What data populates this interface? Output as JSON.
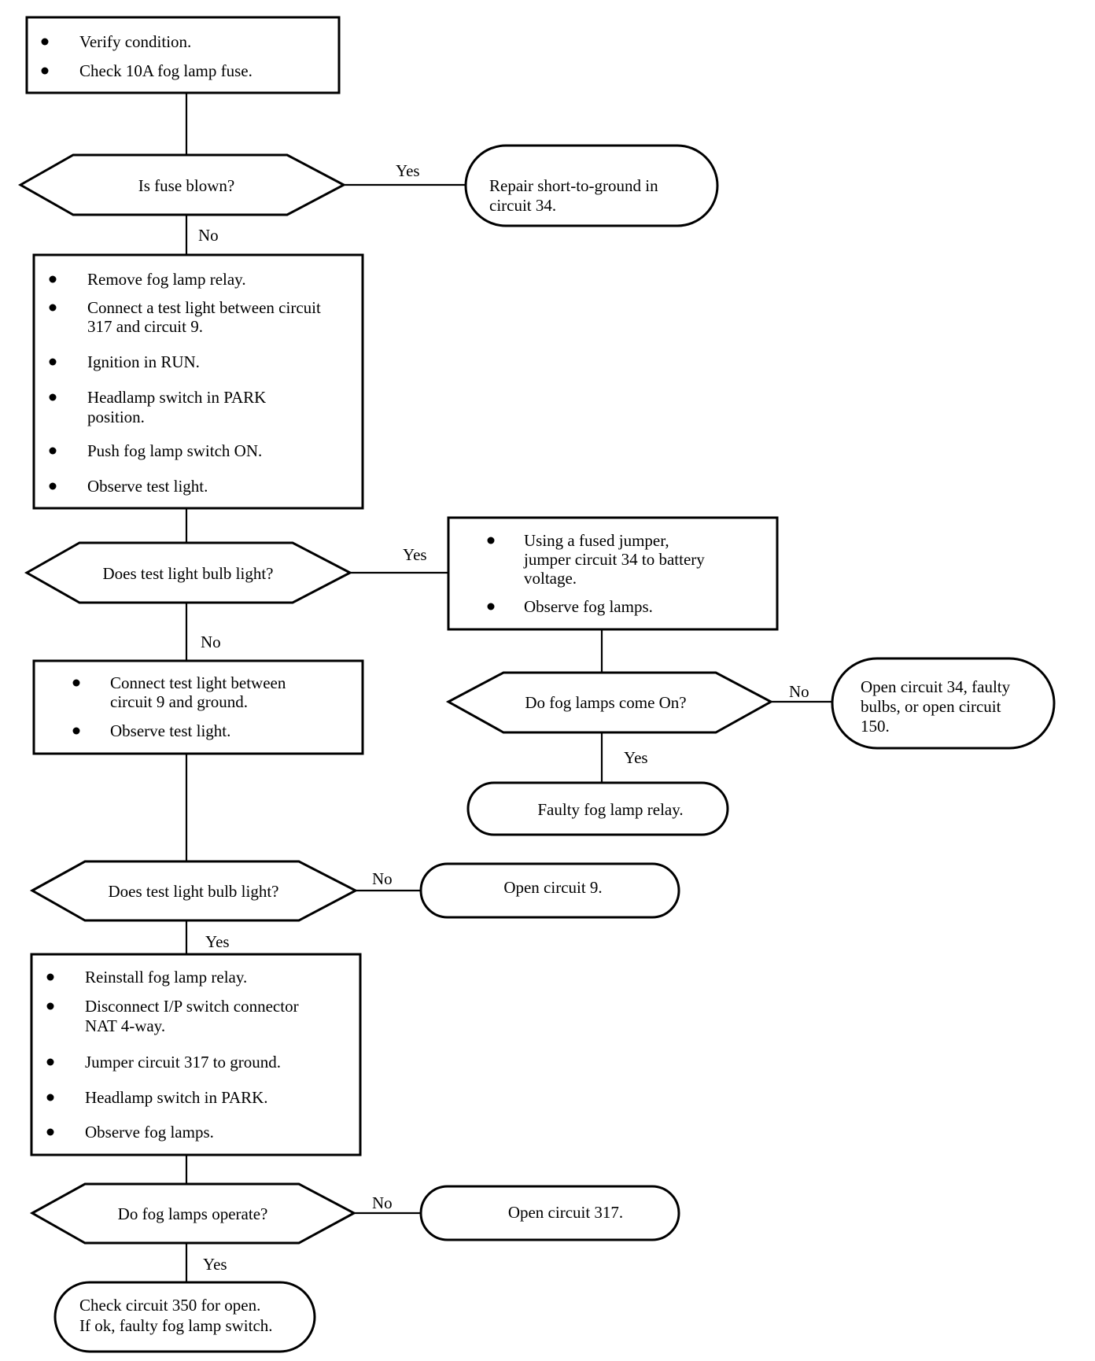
{
  "steps": {
    "verify": [
      "Verify condition.",
      "Check 10A fog lamp fuse."
    ],
    "relay_test": [
      "Remove fog lamp relay.",
      "Connect a test light between circuit",
      "317 and circuit 9.",
      "Ignition in RUN.",
      "Headlamp switch in PARK",
      "position.",
      "Push fog lamp switch ON.",
      "Observe test light."
    ],
    "jumper": [
      "Using a fused jumper,",
      "jumper circuit 34 to battery",
      "voltage.",
      "Observe fog lamps."
    ],
    "ground_test": [
      "Connect test light between",
      "circuit 9 and ground.",
      "Observe test light."
    ],
    "reinstall": [
      "Reinstall fog lamp relay.",
      "Disconnect I/P switch connector",
      "NAT 4-way.",
      "Jumper circuit 317 to ground.",
      "Headlamp switch in PARK.",
      "Observe fog lamps."
    ]
  },
  "decisions": {
    "fuse_blown": "Is fuse blown?",
    "bulb_light_1": "Does test light bulb light?",
    "lamps_come_on": "Do fog lamps come On?",
    "bulb_light_2": "Does test light bulb light?",
    "lamps_operate": "Do fog lamps operate?"
  },
  "results": {
    "repair_short": [
      "Repair short-to-ground in",
      "circuit 34."
    ],
    "open_34": [
      "Open circuit 34, faulty",
      "bulbs, or open circuit",
      "150."
    ],
    "faulty_relay": "Faulty fog lamp relay.",
    "open_9": "Open circuit 9.",
    "open_317": "Open circuit 317.",
    "check_350": [
      "Check circuit 350 for open.",
      "If ok, faulty fog lamp switch."
    ]
  },
  "labels": {
    "yes": "Yes",
    "no": "No"
  }
}
